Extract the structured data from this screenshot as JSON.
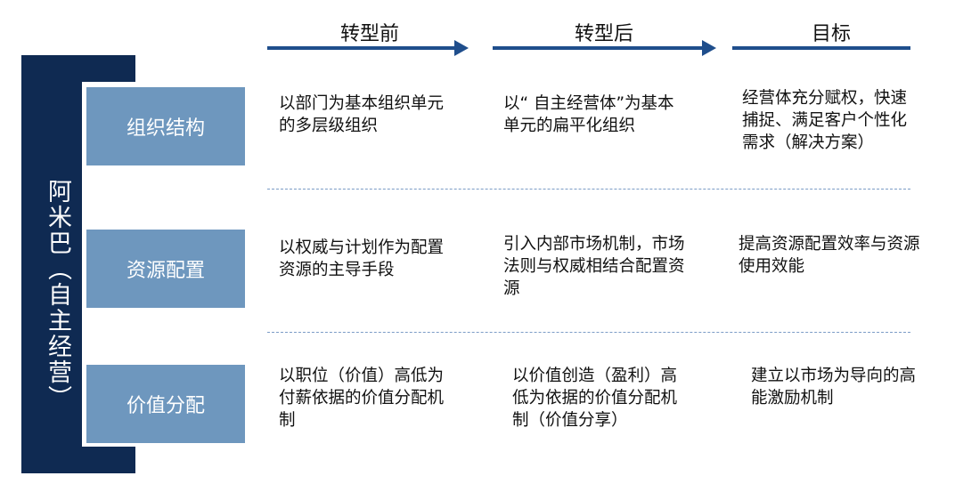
{
  "headers": [
    "转型前",
    "转型后",
    "目标"
  ],
  "left_label": "阿米巴（自主经营）",
  "rows": [
    {
      "category": "组织结构",
      "before": "以部门为基本组织单元的多层级组织",
      "after": "以“ 自主经营体”为基本单元的扁平化组织",
      "goal": "经营体充分赋权，快速捕捉、满足客户个性化需求（解决方案）"
    },
    {
      "category": "资源配置",
      "before": "以权威与计划作为配置资源的主导手段",
      "after": "引入内部市场机制，市场法则与权威相结合配置资源",
      "goal": "提高资源配置效率与资源使用效能"
    },
    {
      "category": "价值分配",
      "before": "以职位（价值）高低为付薪依据的价值分配机制",
      "after": "以价值创造（盈利）高低为依据的价值分配机制（价值分享）",
      "goal": "建立以市场为导向的高能激励机制"
    }
  ],
  "colors": {
    "navy": "#0f2a52",
    "category_box": "#6e97be",
    "arrow": "#1f4e8c",
    "divider": "#7b9cc6"
  }
}
